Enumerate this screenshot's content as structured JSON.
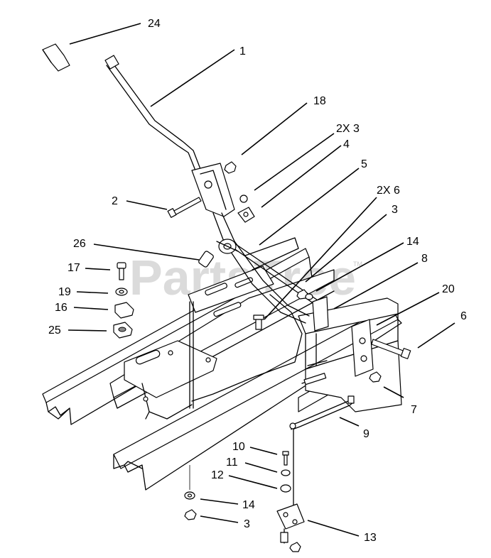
{
  "watermark": {
    "text": "PartsTree",
    "trademark": "TM"
  },
  "callouts": [
    {
      "id": "c24",
      "label": "24"
    },
    {
      "id": "c1",
      "label": "1"
    },
    {
      "id": "c18",
      "label": "18"
    },
    {
      "id": "c2x3",
      "label": "2X 3"
    },
    {
      "id": "c4",
      "label": "4"
    },
    {
      "id": "c5",
      "label": "5"
    },
    {
      "id": "c2",
      "label": "2"
    },
    {
      "id": "c2x6",
      "label": "2X 6"
    },
    {
      "id": "c3a",
      "label": "3"
    },
    {
      "id": "c14a",
      "label": "14"
    },
    {
      "id": "c26",
      "label": "26"
    },
    {
      "id": "c8",
      "label": "8"
    },
    {
      "id": "c17",
      "label": "17"
    },
    {
      "id": "c20",
      "label": "20"
    },
    {
      "id": "c19",
      "label": "19"
    },
    {
      "id": "c16",
      "label": "16"
    },
    {
      "id": "c6",
      "label": "6"
    },
    {
      "id": "c25",
      "label": "25"
    },
    {
      "id": "c7",
      "label": "7"
    },
    {
      "id": "c9",
      "label": "9"
    },
    {
      "id": "c10",
      "label": "10"
    },
    {
      "id": "c11",
      "label": "11"
    },
    {
      "id": "c12",
      "label": "12"
    },
    {
      "id": "c14b",
      "label": "14"
    },
    {
      "id": "c3b",
      "label": "3"
    },
    {
      "id": "c13",
      "label": "13"
    }
  ]
}
